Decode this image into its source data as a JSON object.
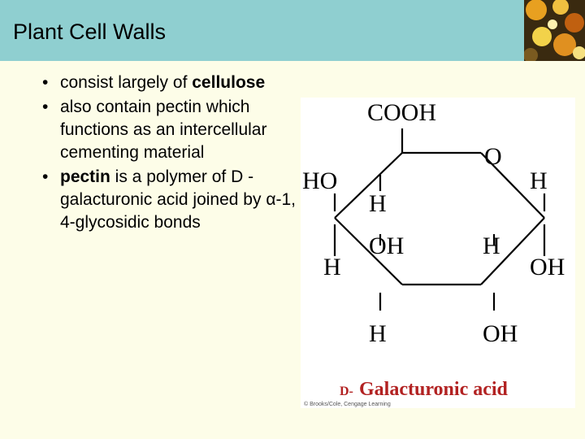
{
  "slide": {
    "title": "Plant Cell Walls",
    "photo_icon": "food-photo-icon"
  },
  "bullets": [
    {
      "plain_prefix": "consist largely of",
      "bold": "cellulose",
      "rest": ""
    },
    {
      "plain_prefix": "also contain pectin which functions as an intercellular cementing material",
      "bold": "",
      "rest": ""
    },
    {
      "plain_prefix": "",
      "bold": "pectin",
      "rest": " is a polymer of D -galacturonic acid joined by α-1, 4-glycosidic bonds"
    }
  ],
  "figure": {
    "cooh": "COOH",
    "ring_o": "O",
    "ho_left": "HO",
    "h_right_top": "H",
    "h_c4_inner": "H",
    "oh_c3_inner": "OH",
    "h_c2_inner": "H",
    "h_c4_bottom": "H",
    "oh_c1_right": "OH",
    "h_c3_bottom": "H",
    "oh_c2_bottom": "OH",
    "caption_prefix": "D-",
    "caption": "Galacturonic acid",
    "copyright": "© Brooks/Cole, Cengage Learning",
    "colors": {
      "caption": "#b22222",
      "lines": "#000000"
    }
  }
}
